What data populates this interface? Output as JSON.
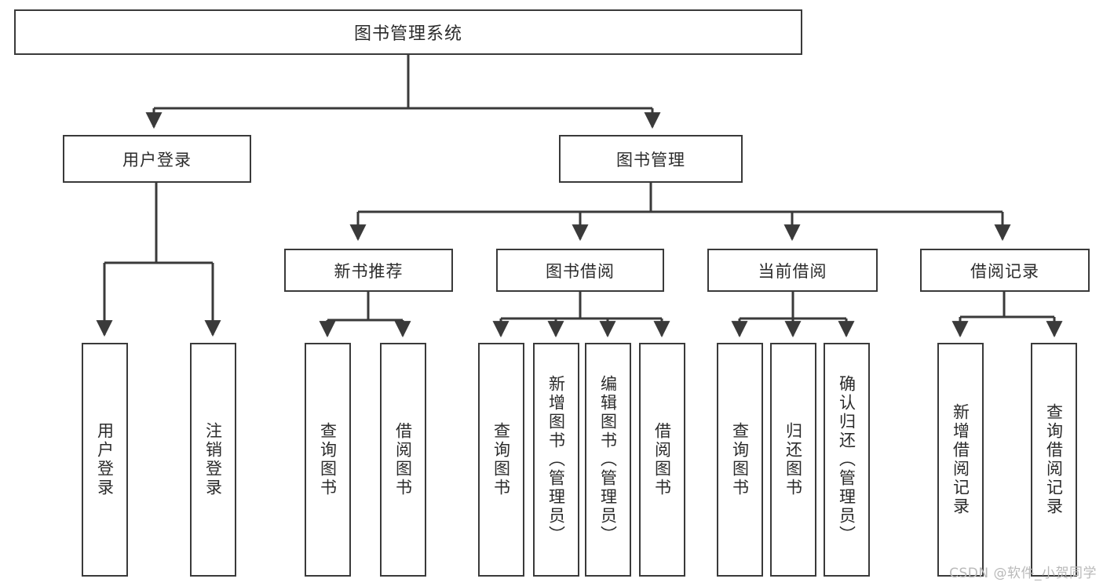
{
  "diagram": {
    "title": "图书管理系统",
    "type": "hierarchical-tree",
    "colors": {
      "background": "#ffffff",
      "border": "#3a3a3a",
      "connector": "#3a3a3a",
      "text": "#2b2b2b",
      "watermark": "#b9b9b9"
    },
    "root": {
      "label": "图书管理系统"
    },
    "level2": [
      {
        "label": "用户登录"
      },
      {
        "label": "图书管理"
      }
    ],
    "level3": [
      {
        "label": "新书推荐"
      },
      {
        "label": "图书借阅"
      },
      {
        "label": "当前借阅"
      },
      {
        "label": "借阅记录"
      }
    ],
    "leaves": {
      "user_login": [
        {
          "label": "用户登录"
        },
        {
          "label": "注销登录"
        }
      ],
      "new_book_recommend": [
        {
          "label": "查询图书"
        },
        {
          "label": "借阅图书"
        }
      ],
      "book_borrow": [
        {
          "label": "查询图书"
        },
        {
          "label": "新增图书（管理员）"
        },
        {
          "label": "编辑图书（管理员）"
        },
        {
          "label": "借阅图书"
        }
      ],
      "current_borrow": [
        {
          "label": "查询图书"
        },
        {
          "label": "归还图书"
        },
        {
          "label": "确认归还（管理员）"
        }
      ],
      "borrow_records": [
        {
          "label": "新增借阅记录"
        },
        {
          "label": "查询借阅记录"
        }
      ]
    }
  },
  "watermark": {
    "text": "CSDN @软件_小贺同学"
  }
}
